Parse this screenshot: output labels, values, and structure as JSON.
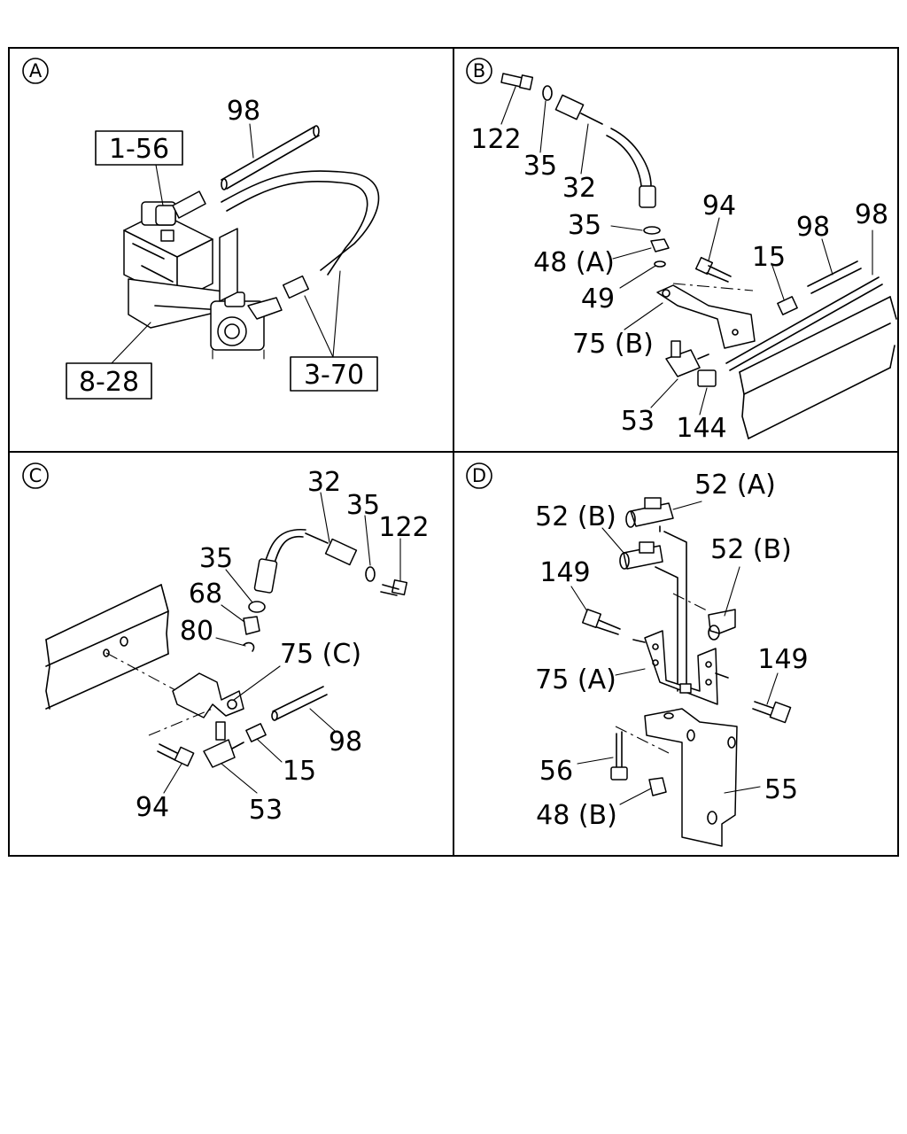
{
  "panels": [
    {
      "badge": "A",
      "labels": {
        "l98": "98"
      },
      "boxes": {
        "b156": "1-56",
        "b370": "3-70",
        "b828": "8-28"
      }
    },
    {
      "badge": "B",
      "labels": {
        "l122": "122",
        "l35a": "35",
        "l32": "32",
        "l35b": "35",
        "l48a": "48 (A)",
        "l49": "49",
        "l75b": "75 (B)",
        "l94": "94",
        "l98a": "98",
        "l98b": "98",
        "l15": "15",
        "l53": "53",
        "l144": "144"
      }
    },
    {
      "badge": "C",
      "labels": {
        "l32": "32",
        "l35a": "35",
        "l122": "122",
        "l35b": "35",
        "l68": "68",
        "l80": "80",
        "l75c": "75 (C)",
        "l98": "98",
        "l15": "15",
        "l94": "94",
        "l53": "53"
      }
    },
    {
      "badge": "D",
      "labels": {
        "l52a": "52 (A)",
        "l52b1": "52 (B)",
        "l52b2": "52 (B)",
        "l149a": "149",
        "l149b": "149",
        "l75a": "75 (A)",
        "l56": "56",
        "l55": "55",
        "l48b": "48 (B)"
      }
    }
  ]
}
